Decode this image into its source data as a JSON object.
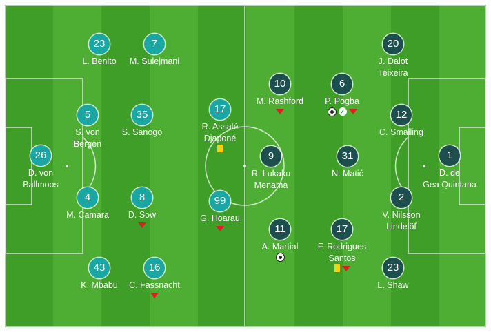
{
  "colors": {
    "pitch_dark": "#3f9e27",
    "pitch_light": "#4eae33",
    "line": "#ffffff",
    "home_disc": "#1aa7a3",
    "away_disc": "#1e4f4f",
    "sub_marker": "#e11d24",
    "yellow_card": "#f5d312"
  },
  "icon_legend": {
    "sub": "substitution-icon",
    "yellow": "yellow-card-icon",
    "goal": "goal-ball-icon",
    "assist": "assist-check-icon"
  },
  "home": {
    "players": [
      {
        "number": "26",
        "name": [
          "D. von",
          "Ballmoos"
        ],
        "icons": []
      },
      {
        "number": "5",
        "name": [
          "S. von",
          "Bergen"
        ],
        "icons": []
      },
      {
        "number": "35",
        "name": [
          "S. Sanogo"
        ],
        "icons": []
      },
      {
        "number": "4",
        "name": [
          "M. Camara"
        ],
        "icons": []
      },
      {
        "number": "8",
        "name": [
          "D. Sow"
        ],
        "icons": [
          "sub"
        ]
      },
      {
        "number": "23",
        "name": [
          "L. Benito"
        ],
        "icons": []
      },
      {
        "number": "7",
        "name": [
          "M. Sulejmani"
        ],
        "icons": []
      },
      {
        "number": "17",
        "name": [
          "R. Assalé",
          "Djaponé"
        ],
        "icons": [
          "yellow"
        ]
      },
      {
        "number": "99",
        "name": [
          "G. Hoarau"
        ],
        "icons": [
          "sub"
        ]
      },
      {
        "number": "43",
        "name": [
          "K. Mbabu"
        ],
        "icons": []
      },
      {
        "number": "16",
        "name": [
          "C. Fassnacht"
        ],
        "icons": [
          "sub"
        ]
      }
    ]
  },
  "away": {
    "players": [
      {
        "number": "10",
        "name": [
          "M. Rashford"
        ],
        "icons": [
          "sub"
        ]
      },
      {
        "number": "6",
        "name": [
          "P. Pogba"
        ],
        "icons": [
          "goal",
          "assist",
          "sub"
        ]
      },
      {
        "number": "20",
        "name": [
          "J. Dalot",
          "Teixeira"
        ],
        "icons": []
      },
      {
        "number": "12",
        "name": [
          "C. Smalling"
        ],
        "icons": []
      },
      {
        "number": "9",
        "name": [
          "R. Lukaku",
          "Menama"
        ],
        "icons": []
      },
      {
        "number": "31",
        "name": [
          "N. Matić"
        ],
        "icons": []
      },
      {
        "number": "1",
        "name": [
          "D. de",
          "Gea Quintana"
        ],
        "icons": []
      },
      {
        "number": "2",
        "name": [
          "V. Nilsson",
          "Lindelöf"
        ],
        "icons": []
      },
      {
        "number": "11",
        "name": [
          "A. Martial"
        ],
        "icons": [
          "goal"
        ]
      },
      {
        "number": "17",
        "name": [
          "F. Rodrigues",
          "Santos"
        ],
        "icons": [
          "yellow",
          "sub"
        ]
      },
      {
        "number": "23",
        "name": [
          "L. Shaw"
        ],
        "icons": []
      }
    ]
  }
}
